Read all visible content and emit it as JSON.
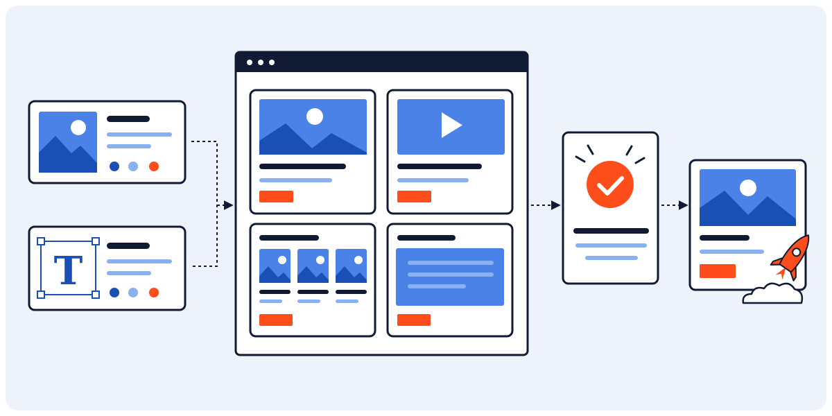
{
  "colors": {
    "background": "#eef3fb",
    "surface": "#ffffff",
    "stroke": "#101a33",
    "primary": "#4a82e8",
    "primary_dark": "#1a4fb5",
    "secondary": "#89b0f0",
    "accent": "#ff4e1c"
  },
  "icons": {
    "text_asset_glyph": "T",
    "stages": [
      "image-asset-card",
      "text-asset-card",
      "browser-layout",
      "approval-check",
      "launched-page"
    ]
  }
}
